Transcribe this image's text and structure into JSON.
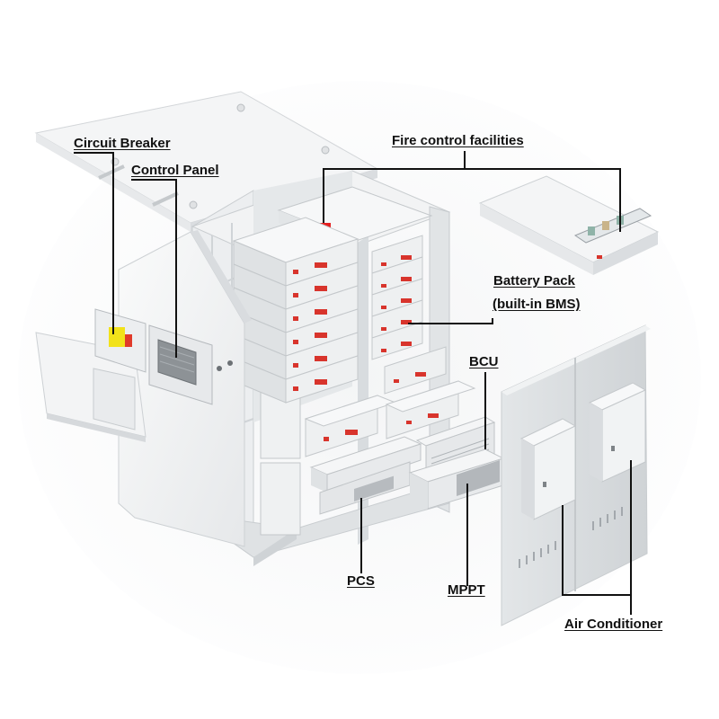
{
  "labels": {
    "circuit_breaker": "Circuit Breaker",
    "control_panel": "Control Panel",
    "fire_control": "Fire control facilities",
    "battery_pack_line1": "Battery Pack",
    "battery_pack_line2": "(built-in BMS)",
    "bcu": "BCU",
    "pcs": "PCS",
    "mppt": "MPPT",
    "air_conditioner": "Air Conditioner"
  },
  "colors": {
    "breaker_yellow": "#f2e21a",
    "breaker_red": "#e03a2a",
    "fire_red": "#e51f1f",
    "module_red": "#d8342c",
    "leader_line": "#111111",
    "cabinet_white": "#f3f4f5",
    "cabinet_shadow": "#d9dcdf"
  }
}
